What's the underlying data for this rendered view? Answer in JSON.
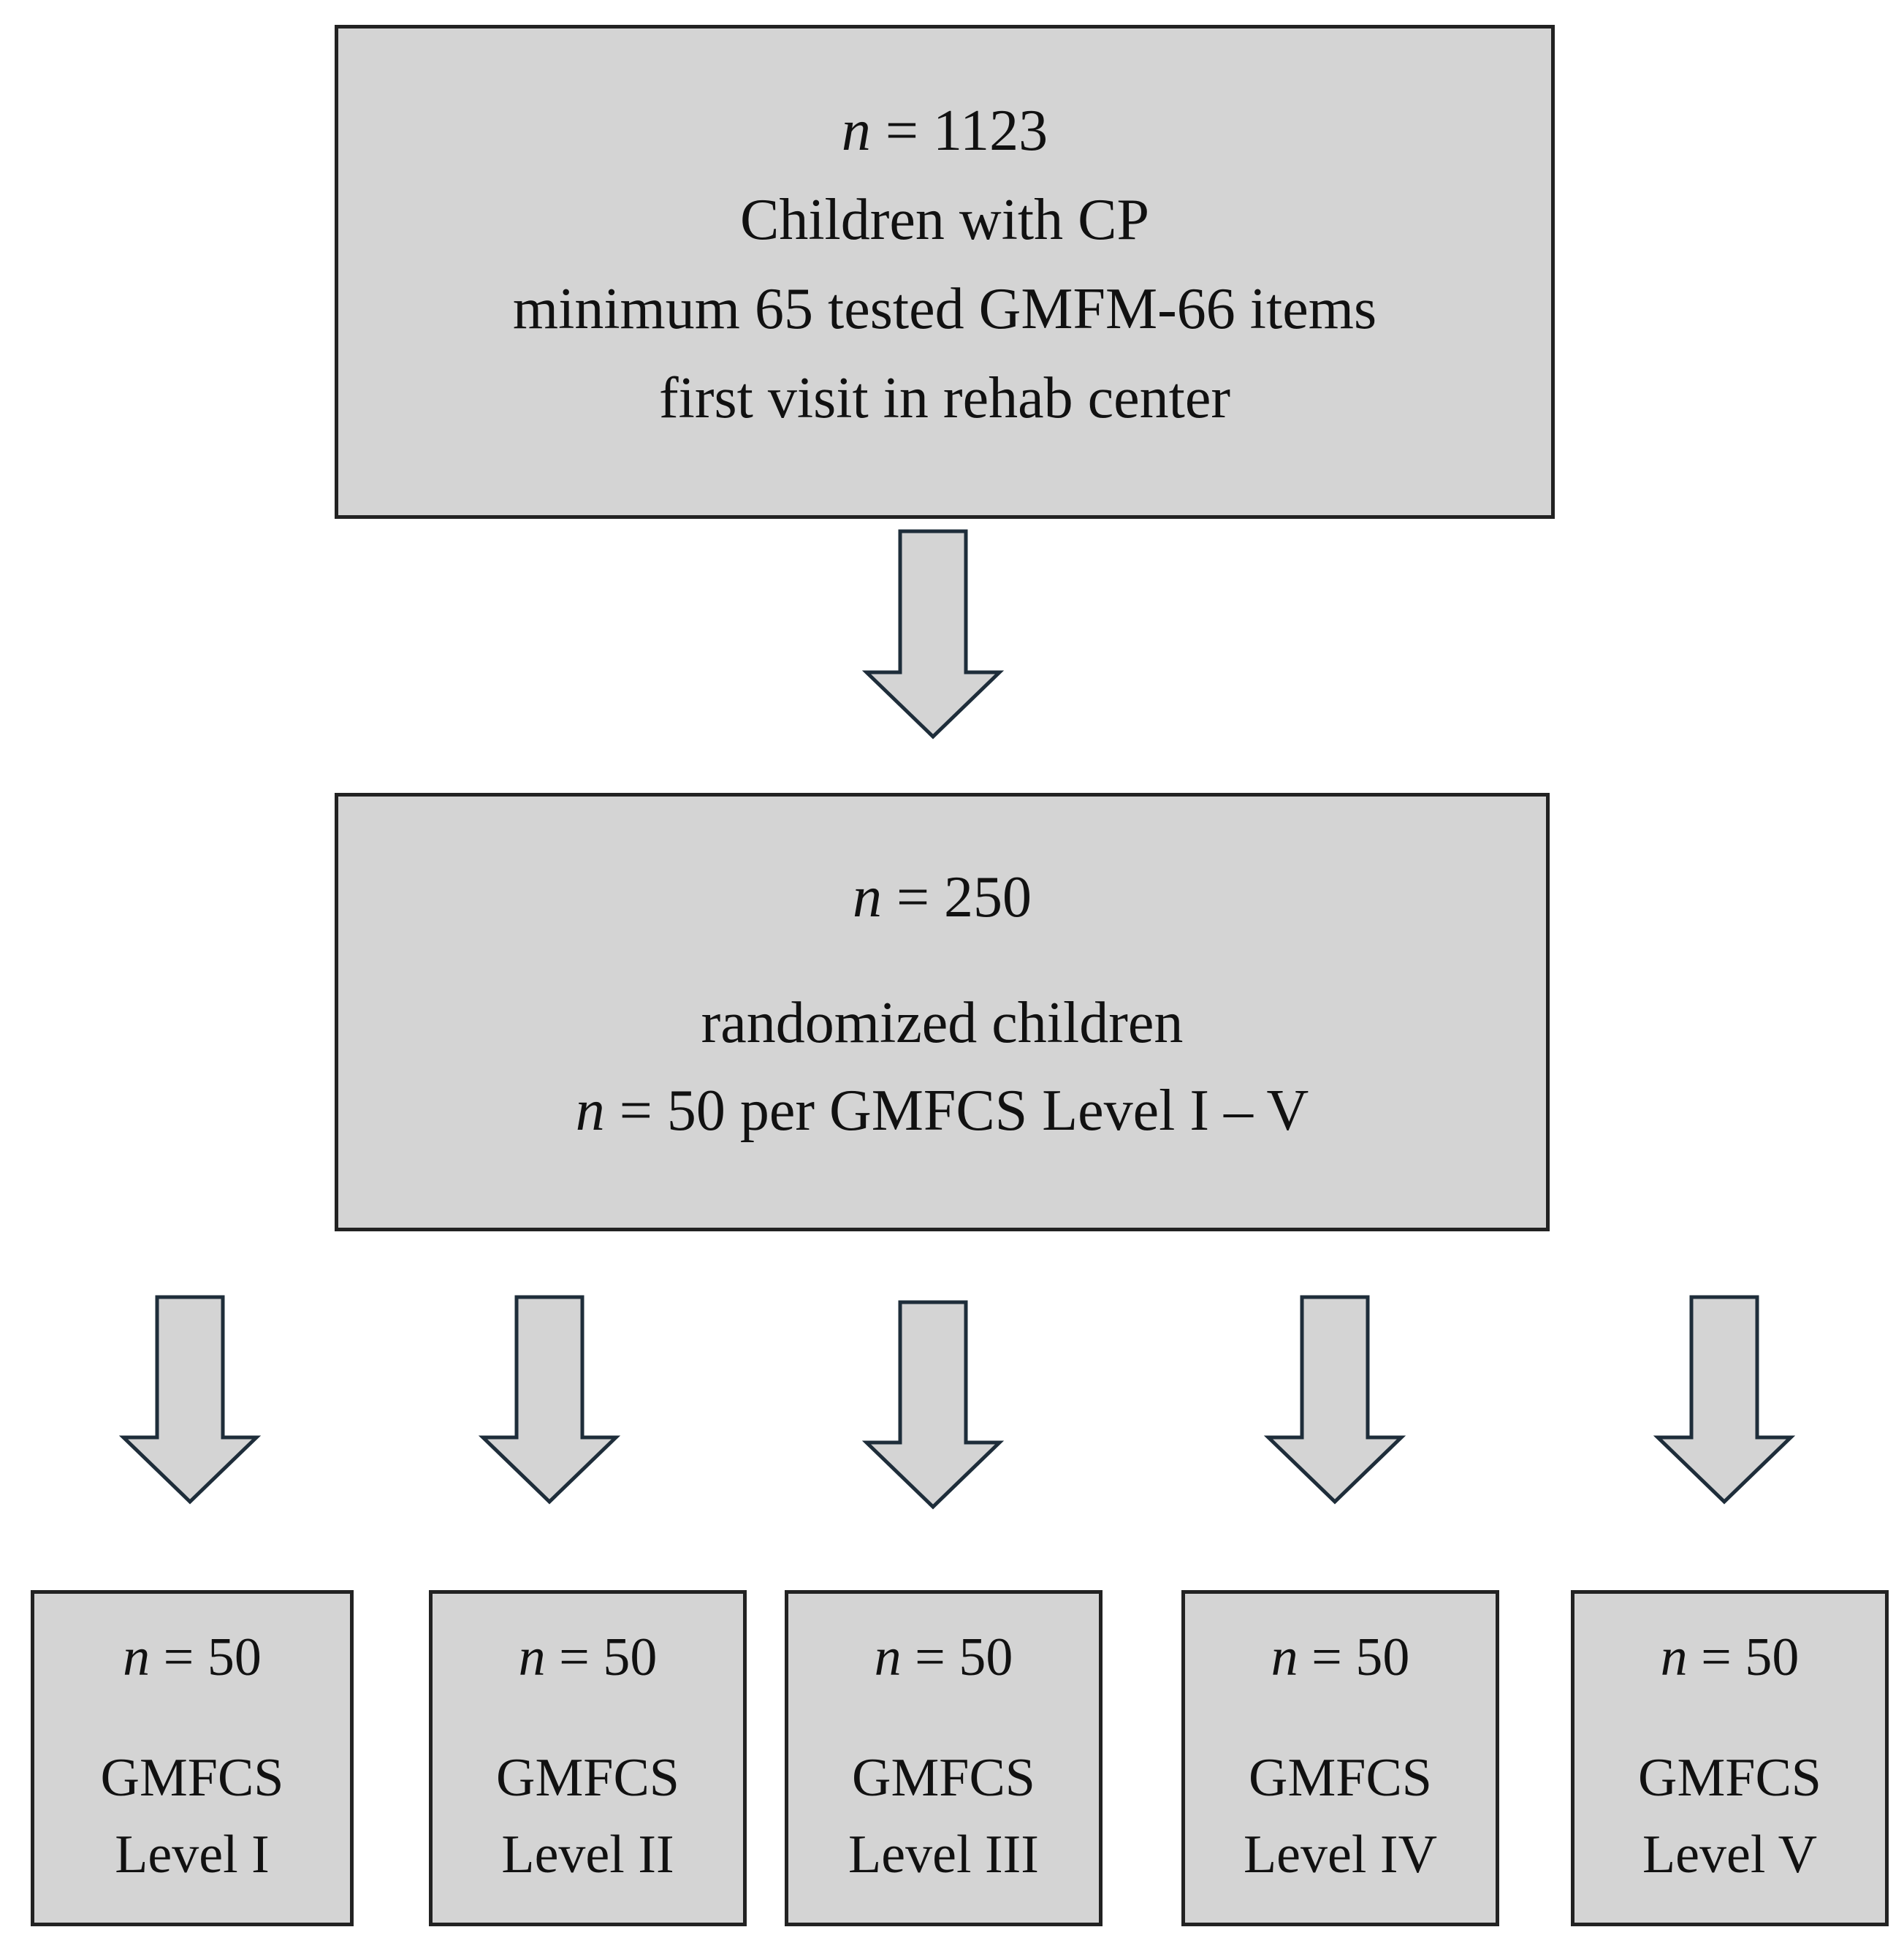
{
  "top_box": {
    "n_symbol": "n",
    "n_value": "= 1123",
    "line1": "Children with CP",
    "line2": "minimum 65 tested GMFM-66 items",
    "line3": "first visit in rehab center"
  },
  "middle_box": {
    "n_symbol": "n",
    "n_value": "= 250",
    "line1": "randomized children",
    "line2_symbol": "n",
    "line2_rest": "= 50 per GMFCS Level I – V"
  },
  "level_boxes": [
    {
      "n_symbol": "n",
      "n_value": "= 50",
      "line1": "GMFCS",
      "line2": "Level I"
    },
    {
      "n_symbol": "n",
      "n_value": "= 50",
      "line1": "GMFCS",
      "line2": "Level II"
    },
    {
      "n_symbol": "n",
      "n_value": "= 50",
      "line1": "GMFCS",
      "line2": "Level III"
    },
    {
      "n_symbol": "n",
      "n_value": "= 50",
      "line1": "GMFCS",
      "line2": "Level IV"
    },
    {
      "n_symbol": "n",
      "n_value": "= 50",
      "line1": "GMFCS",
      "line2": "Level V"
    }
  ]
}
